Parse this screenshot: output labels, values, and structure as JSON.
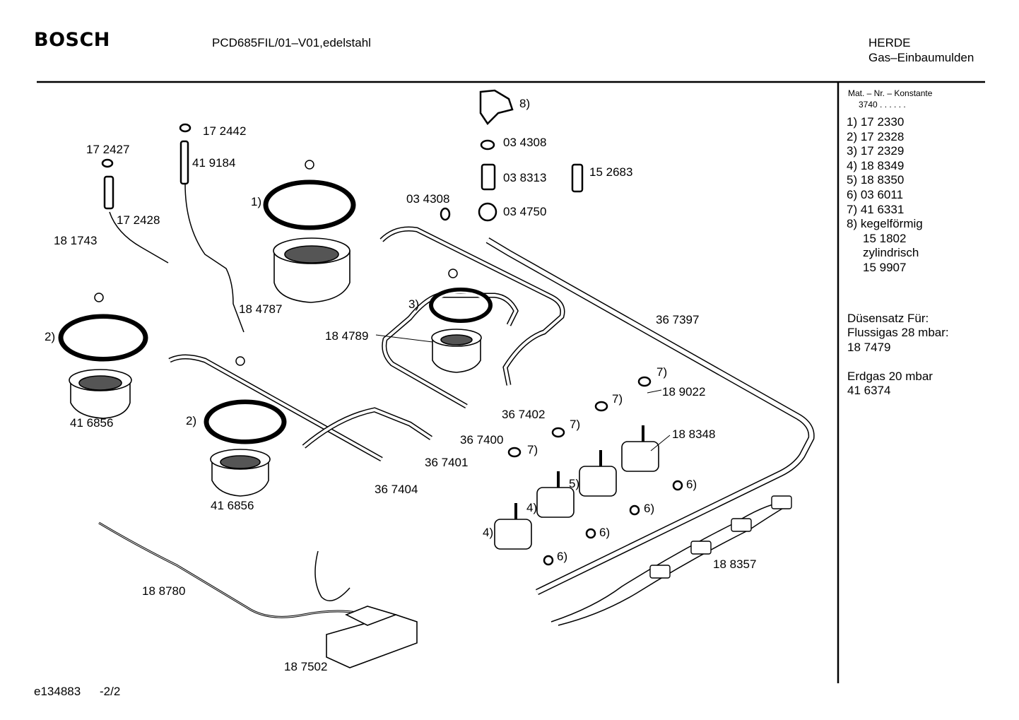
{
  "header": {
    "brand": "BOSCH",
    "model": "PCD685FIL/01–V01,edelstahl",
    "category": "HERDE",
    "subcategory": "Gas–Einbaumulden"
  },
  "sidebar": {
    "mat_title": "Mat. – Nr. – Konstante",
    "mat_value": "3740  .  .  .  .  .  .",
    "list": [
      "1) 17 2330",
      "2) 17 2328",
      "3) 17 2329",
      "4) 18 8349",
      "5) 18 8350",
      "6) 03 6011",
      "7) 41 6331",
      "8) kegelförmig",
      "    15 1802",
      "    zylindrisch",
      "    15 9907"
    ],
    "nozzle_title": "Düsensatz Für:",
    "nozzle_lpg": "Flussigas 28 mbar:",
    "nozzle_lpg_no": "18 7479",
    "nozzle_ng": "Erdgas 20 mbar",
    "nozzle_ng_no": "41 6374"
  },
  "footer": {
    "doc_id": "e134883",
    "page": "-2/2"
  },
  "parts": {
    "p172442": "17 2442",
    "p419184": "41 9184",
    "p172427": "17 2427",
    "p172428": "17 2428",
    "p181743": "18 1743",
    "ref1": "1)",
    "p184787": "18 4787",
    "ref2a": "2)",
    "p416856a": "41 6856",
    "ref2b": "2)",
    "p416856b": "41 6856",
    "ref8": "8)",
    "p034308a": "03 4308",
    "p038313": "03 8313",
    "p152683": "15 2683",
    "p034308b": "03 4308",
    "p034750": "03 4750",
    "ref3": "3)",
    "p184789": "18 4789",
    "p367397": "36 7397",
    "p367402": "36 7402",
    "p367400": "36 7400",
    "p367401": "36 7401",
    "p367404": "36 7404",
    "ref7a": "7)",
    "p189022": "18 9022",
    "ref7b": "7)",
    "ref7c": "7)",
    "ref7d": "7)",
    "p188348": "18 8348",
    "ref5": "5)",
    "ref4a": "4)",
    "ref4b": "4)",
    "ref6a": "6)",
    "ref6b": "6)",
    "ref6c": "6)",
    "ref6d": "6)",
    "p188357": "18 8357",
    "p188780": "18 8780",
    "p187502": "18 7502"
  }
}
